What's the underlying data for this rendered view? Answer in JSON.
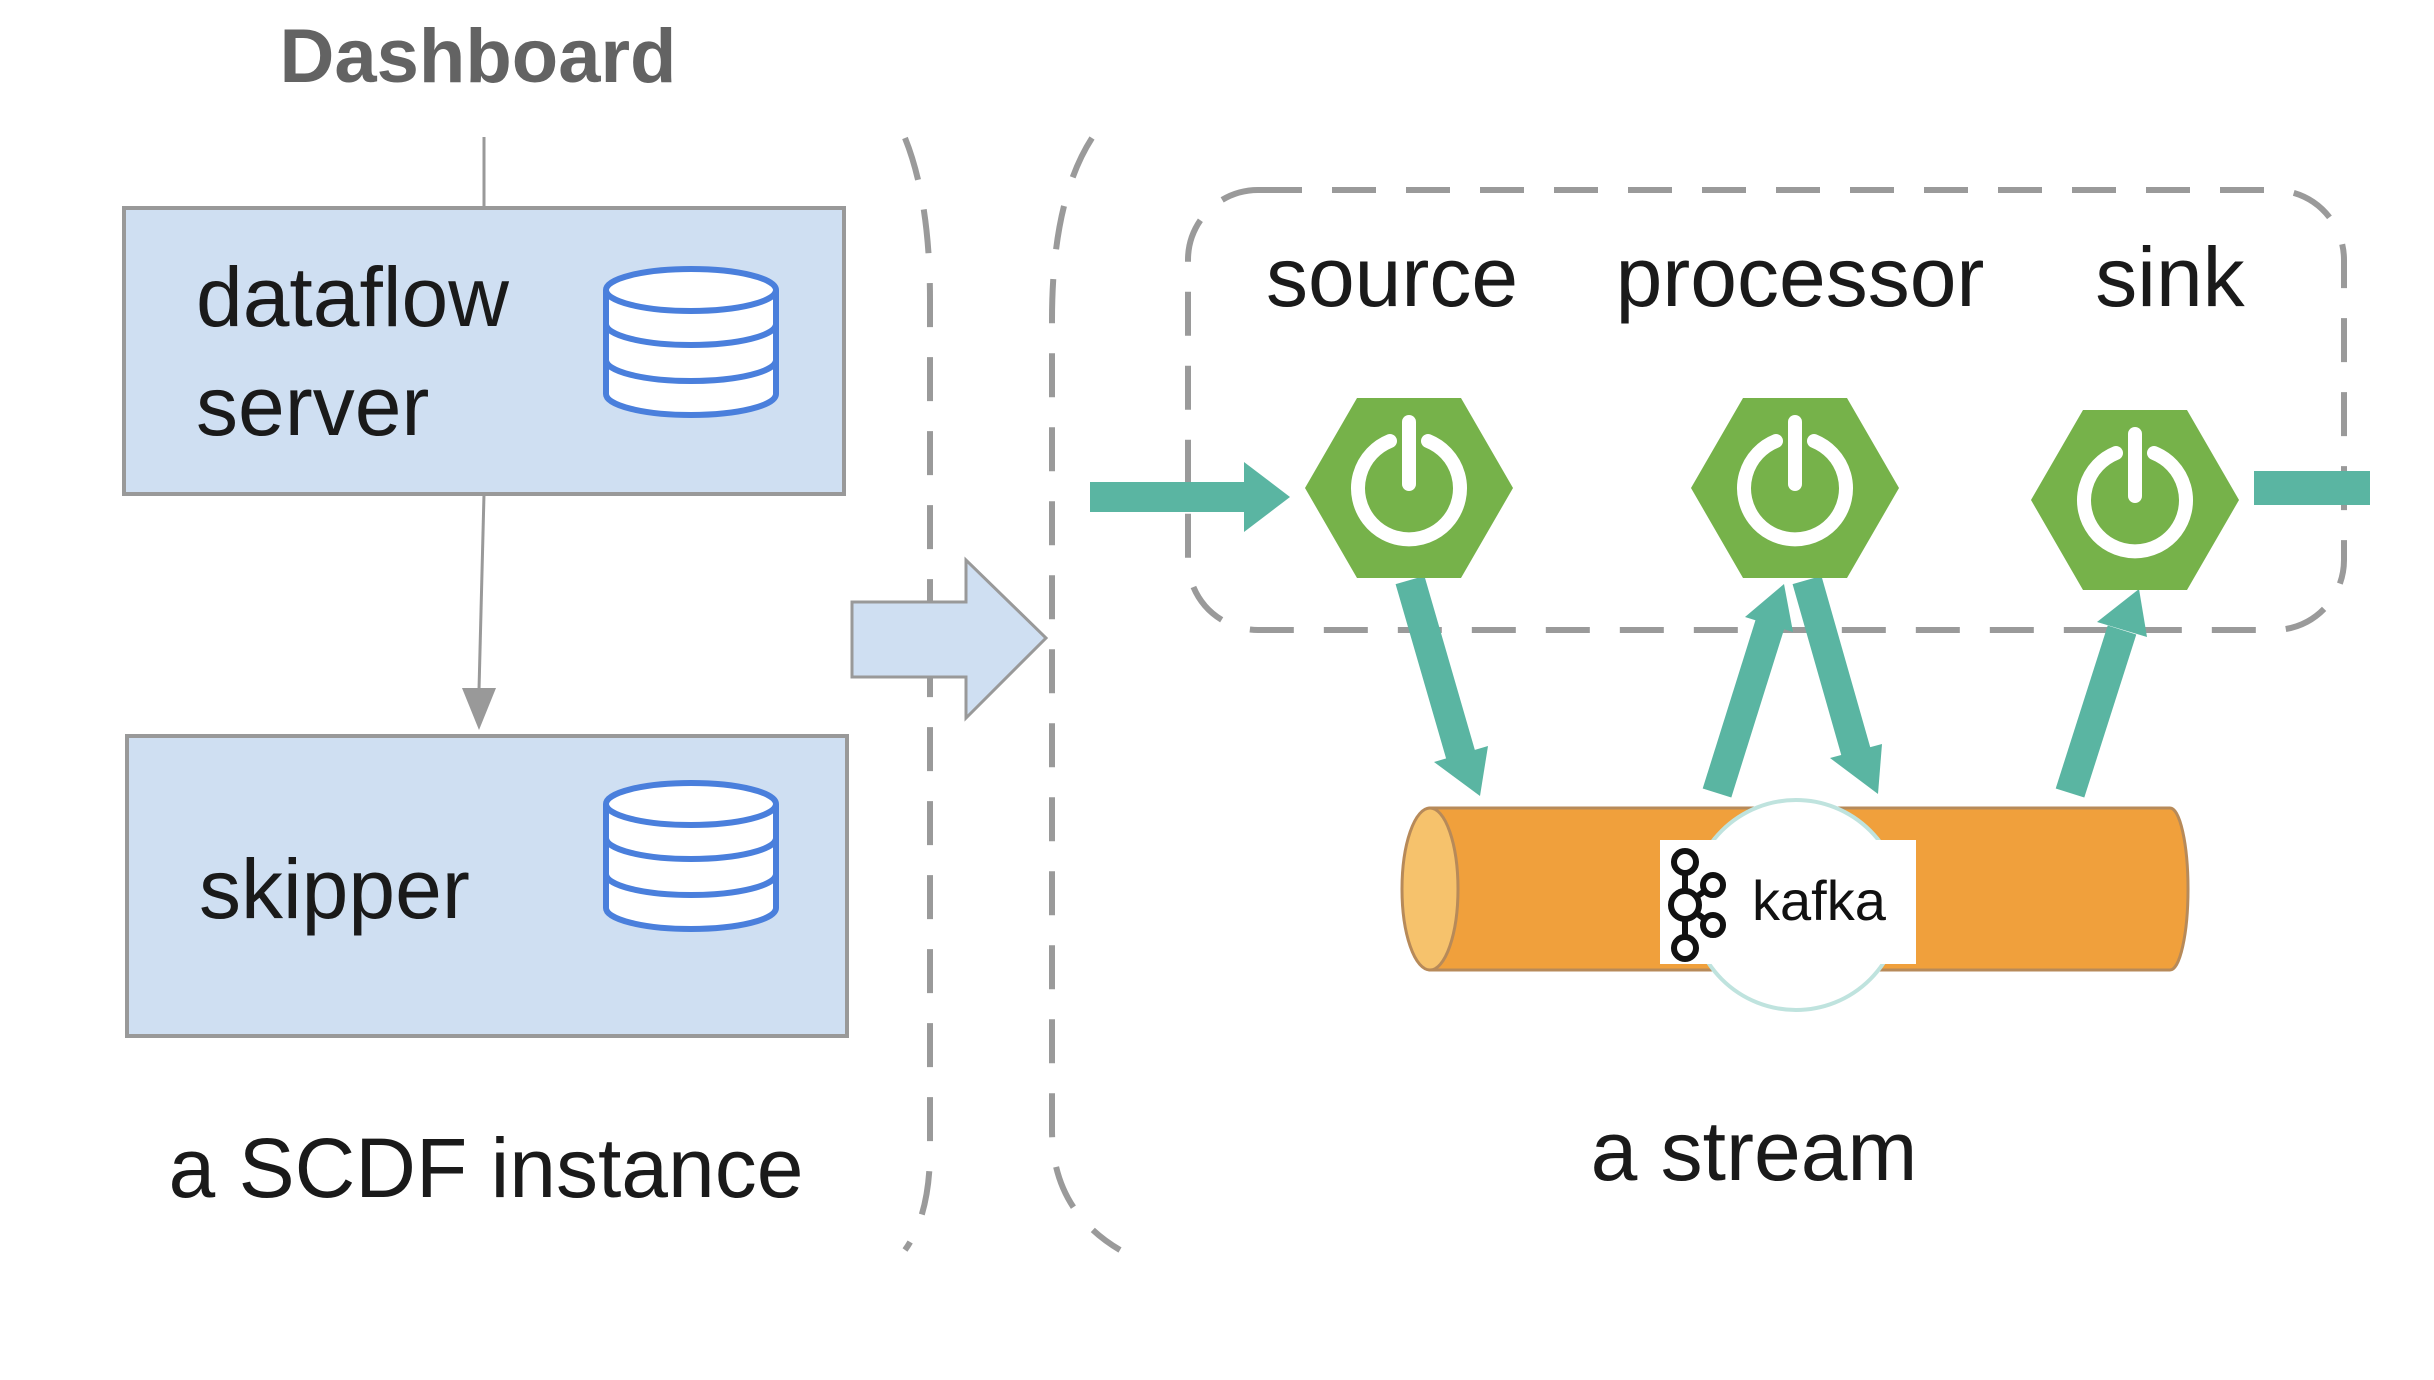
{
  "header": {
    "title": "Dashboard"
  },
  "scdf": {
    "dataflow_line1": "dataflow",
    "dataflow_line2": "server",
    "skipper_label": "skipper",
    "caption": "a SCDF instance"
  },
  "stream": {
    "source_label": "source",
    "processor_label": "processor",
    "sink_label": "sink",
    "caption": "a stream"
  },
  "broker": {
    "logo_text": "kafka"
  },
  "colors": {
    "box_fill": "#cfdff2",
    "box_stroke": "#999999",
    "db_icon": "#4a7fdc",
    "dash_stroke": "#9a9a9a",
    "app_hex": "#76b24a",
    "arrow_teal": "#5ab5a2",
    "pipe_orange": "#f0a03c",
    "pipe_end": "#f6c26c",
    "header_gray": "#636363",
    "label_text": "#1a1a1a"
  },
  "icons": {
    "database": "database-icon",
    "app": "spring-power-icon",
    "kafka": "kafka-logo-icon"
  }
}
